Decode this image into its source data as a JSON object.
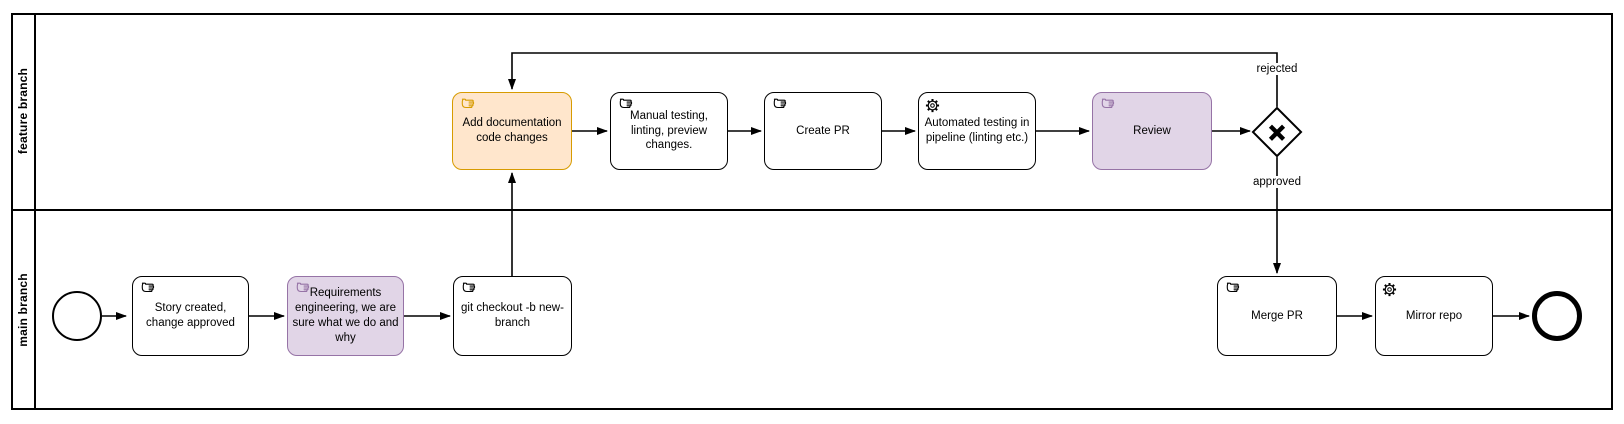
{
  "lanes": {
    "feature": {
      "label": "feature branch"
    },
    "main": {
      "label": "main branch"
    }
  },
  "feature_lane": {
    "add_documentation": {
      "label": "Add documentation code changes",
      "type": "manual-task",
      "highlight": "orange"
    },
    "manual_testing": {
      "label": "Manual testing, linting, preview changes.",
      "type": "manual-task"
    },
    "create_pr": {
      "label": "Create PR",
      "type": "manual-task"
    },
    "automated_testing": {
      "label": "Automated testing in pipeline (linting etc.)",
      "type": "service-task"
    },
    "review": {
      "label": "Review",
      "type": "manual-task",
      "highlight": "purple"
    }
  },
  "main_lane": {
    "story_created": {
      "label": "Story created, change approved",
      "type": "manual-task"
    },
    "requirements": {
      "label": "Requirements engineering, we are sure what we do and why",
      "type": "manual-task",
      "highlight": "purple"
    },
    "git_checkout": {
      "label": "git checkout -b new-branch",
      "type": "manual-task"
    },
    "merge_pr": {
      "label": "Merge PR",
      "type": "manual-task"
    },
    "mirror_repo": {
      "label": "Mirror repo",
      "type": "service-task"
    }
  },
  "gateway": {
    "type": "exclusive-gateway",
    "rejected_label": "rejected",
    "approved_label": "approved"
  },
  "icons": {
    "manual_task": "hand-icon",
    "service_task": "gear-icon",
    "gateway_mark": "x-mark-icon"
  },
  "colors": {
    "orange_fill": "#FFE6CC",
    "orange_stroke": "#D79B00",
    "purple_fill": "#E1D5E7",
    "purple_stroke": "#9673A6",
    "default_fill": "#FFFFFF",
    "default_stroke": "#000000"
  }
}
